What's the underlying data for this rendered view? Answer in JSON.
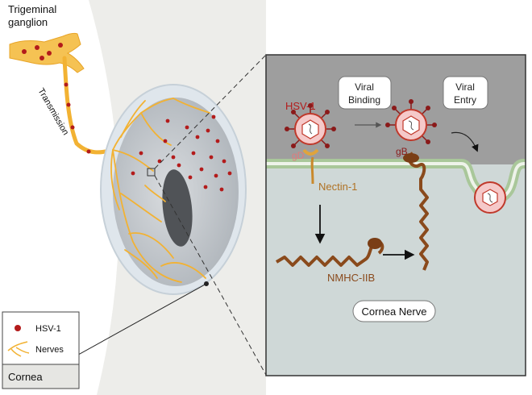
{
  "labels": {
    "trigeminal_line1": "Trigeminal",
    "trigeminal_line2": "ganglion",
    "transmission": "Transmission",
    "hsv1": "HSV-1",
    "gd": "gD",
    "gb": "gB",
    "nectin1": "Nectin-1",
    "nmhc_iib": "NMHC-IIB",
    "viral_binding_line1": "Viral",
    "viral_binding_line2": "Binding",
    "viral_entry_line1": "Viral",
    "viral_entry_line2": "Entry",
    "cornea_nerve": "Cornea Nerve"
  },
  "legend": {
    "items": [
      {
        "label": "HSV-1",
        "icon": "red-dot-icon"
      },
      {
        "label": "Nerves",
        "icon": "nerve-branch-icon"
      }
    ],
    "footer": "Cornea"
  },
  "colors": {
    "virus_red": "#b31b1b",
    "nerve_orange": "#f2b233",
    "protein_brown": "#8a4a1c",
    "nectin_gold": "#c9892c",
    "panel_top": "#9e9e9e",
    "panel_bottom": "#cfd8d7",
    "membrane": "#a9c79a"
  }
}
